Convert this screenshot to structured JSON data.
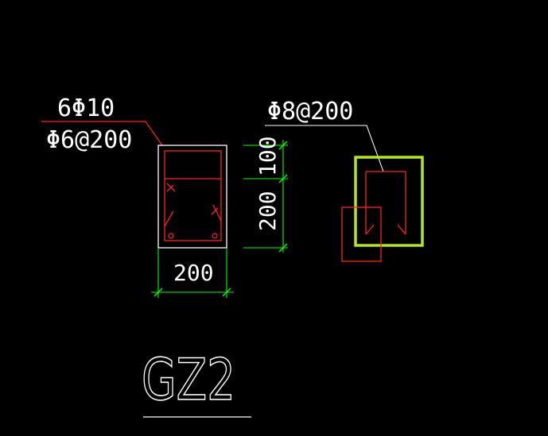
{
  "drawing": {
    "title": "GZ2",
    "section_labels": {
      "longitudinal_bars": "6Φ10",
      "stirrups": "Φ6@200"
    },
    "detail_label": "Φ8@200",
    "dimensions": {
      "bottom_width": "200",
      "right_top": "100",
      "right_bottom": "200"
    },
    "colors": {
      "background": "#000000",
      "outline": "#ffffff",
      "rebar": "#ff2020",
      "dimension": "#00ff00",
      "highlight": "#b6e619"
    }
  }
}
